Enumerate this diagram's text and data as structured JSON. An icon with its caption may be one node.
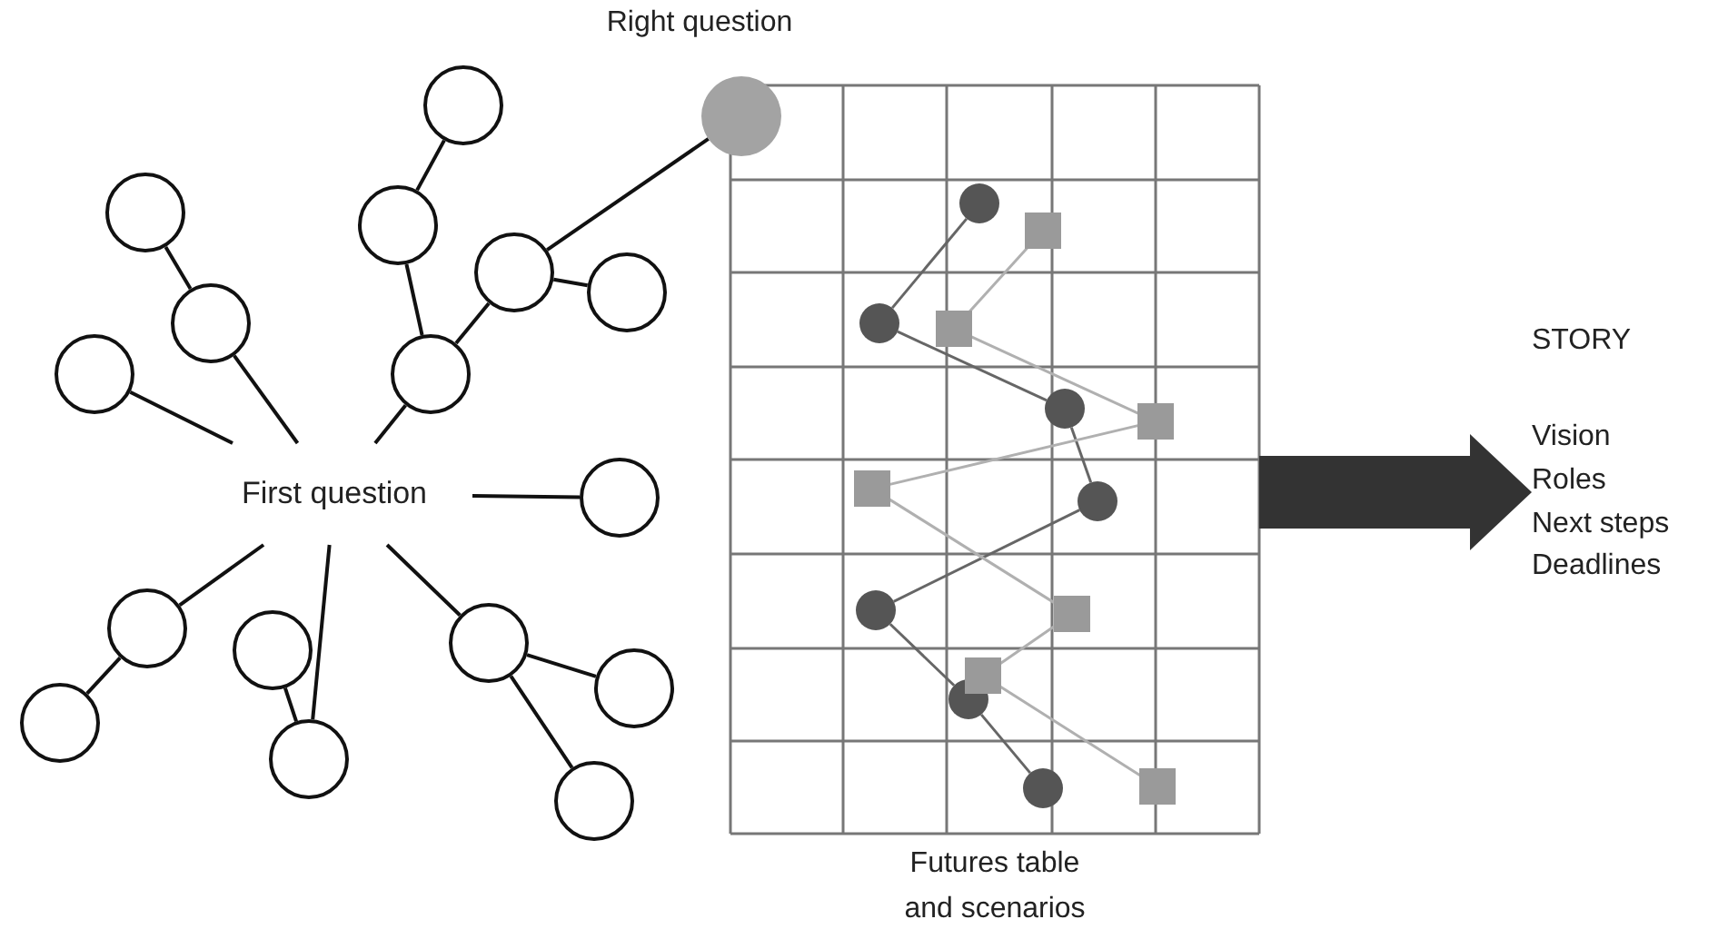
{
  "diagram": {
    "nodes": [
      {
        "text": [
          "Right question"
        ]
      },
      {
        "text": [
          "First question"
        ]
      },
      {
        "text": [],
        "shape": "circle"
      },
      {
        "text": [],
        "shape": "circle"
      },
      {
        "text": [],
        "shape": "circle"
      },
      {
        "text": [],
        "shape": "circle"
      },
      {
        "text": [],
        "shape": "circle"
      },
      {
        "text": [],
        "shape": "circle"
      },
      {
        "text": [],
        "shape": "circle"
      },
      {
        "text": [],
        "shape": "circle"
      },
      {
        "text": [],
        "shape": "circle"
      },
      {
        "text": [],
        "shape": "circle"
      },
      {
        "text": [],
        "shape": "circle"
      },
      {
        "text": [],
        "shape": "circle"
      },
      {
        "text": [],
        "shape": "circle"
      },
      {
        "text": [],
        "shape": "circle"
      },
      {
        "text": [],
        "shape": "circle"
      },
      {
        "text": [],
        "shape": "circle"
      },
      {
        "text": [
          "Futures table and scenarios"
        ]
      },
      {
        "text": [],
        "shape": "circle",
        "in": 18
      },
      {
        "text": [],
        "shape": "circle",
        "in": 18
      },
      {
        "text": [],
        "shape": "circle",
        "in": 18
      },
      {
        "text": [],
        "shape": "circle",
        "in": 18
      },
      {
        "text": [],
        "shape": "circle",
        "in": 18
      },
      {
        "text": [],
        "shape": "circle",
        "in": 18
      },
      {
        "text": [],
        "shape": "circle",
        "in": 18
      },
      {
        "text": [],
        "shape": "box",
        "in": 18
      },
      {
        "text": [],
        "shape": "box",
        "in": 18
      },
      {
        "text": [],
        "shape": "box",
        "in": 18
      },
      {
        "text": [],
        "shape": "box",
        "in": 18
      },
      {
        "text": [],
        "shape": "box",
        "in": 18
      },
      {
        "text": [],
        "shape": "box",
        "in": 18
      },
      {
        "text": [],
        "shape": "box",
        "in": 18
      },
      {
        "text": [
          "STORY",
          "Vision",
          "Roles",
          "Next steps",
          "Deadlines"
        ]
      }
    ],
    "edges": [
      {
        "from": 2,
        "to": 3,
        "arrow": "none"
      },
      {
        "from": 1,
        "to": 3,
        "arrow": "none"
      },
      {
        "from": 1,
        "to": 4,
        "arrow": "none"
      },
      {
        "from": 5,
        "to": 6,
        "arrow": "none"
      },
      {
        "from": 6,
        "to": 9,
        "arrow": "none"
      },
      {
        "from": 9,
        "to": 7,
        "arrow": "none"
      },
      {
        "from": 7,
        "to": 8,
        "arrow": "none"
      },
      {
        "from": 7,
        "to": 0,
        "arrow": "none"
      },
      {
        "from": 1,
        "to": 9,
        "arrow": "none"
      },
      {
        "from": 1,
        "to": 10,
        "arrow": "none"
      },
      {
        "from": 1,
        "to": 11,
        "arrow": "none"
      },
      {
        "from": 11,
        "to": 12,
        "arrow": "none"
      },
      {
        "from": 13,
        "to": 14,
        "arrow": "none"
      },
      {
        "from": 1,
        "to": 14,
        "arrow": "none"
      },
      {
        "from": 1,
        "to": 15,
        "arrow": "none"
      },
      {
        "from": 15,
        "to": 16,
        "arrow": "none"
      },
      {
        "from": 15,
        "to": 17,
        "arrow": "none"
      },
      {
        "from": 19,
        "to": 20,
        "arrow": "none",
        "color": "#666666"
      },
      {
        "from": 20,
        "to": 21,
        "arrow": "none",
        "color": "#666666"
      },
      {
        "from": 21,
        "to": 22,
        "arrow": "none",
        "color": "#666666"
      },
      {
        "from": 22,
        "to": 23,
        "arrow": "none",
        "color": "#666666"
      },
      {
        "from": 23,
        "to": 24,
        "arrow": "none",
        "color": "#666666"
      },
      {
        "from": 24,
        "to": 25,
        "arrow": "none",
        "color": "#666666"
      },
      {
        "from": 26,
        "to": 27,
        "arrow": "none",
        "color": "#b0b0b0"
      },
      {
        "from": 27,
        "to": 28,
        "arrow": "none",
        "color": "#b0b0b0"
      },
      {
        "from": 28,
        "to": 29,
        "arrow": "none",
        "color": "#b0b0b0"
      },
      {
        "from": 29,
        "to": 30,
        "arrow": "none",
        "color": "#b0b0b0"
      },
      {
        "from": 30,
        "to": 31,
        "arrow": "none",
        "color": "#b0b0b0"
      },
      {
        "from": 31,
        "to": 32,
        "arrow": "none",
        "color": "#b0b0b0"
      },
      {
        "from": 18,
        "to": 33,
        "arrow": "to",
        "style": "thick",
        "color": "#333333"
      }
    ]
  }
}
